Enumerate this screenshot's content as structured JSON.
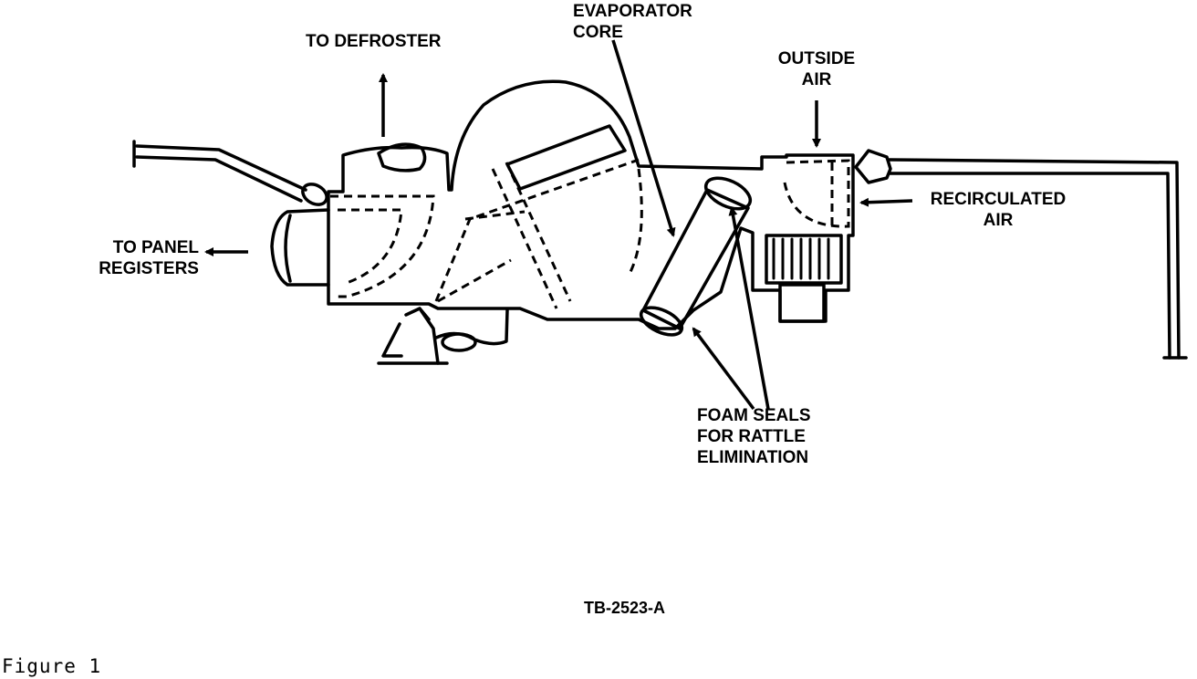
{
  "labels": {
    "to_defroster": "TO DEFROSTER",
    "evaporator_core": [
      "EVAPORATOR",
      "CORE"
    ],
    "outside_air": [
      "OUTSIDE",
      "AIR"
    ],
    "recirculated_air": [
      "RECIRCULATED",
      "AIR"
    ],
    "to_panel_registers": [
      "TO PANEL",
      "REGISTERS"
    ],
    "foam_seals": [
      "FOAM SEALS",
      "FOR RATTLE",
      "ELIMINATION"
    ]
  },
  "drawing_code": "TB-2523-A",
  "figure_caption": "Figure 1"
}
